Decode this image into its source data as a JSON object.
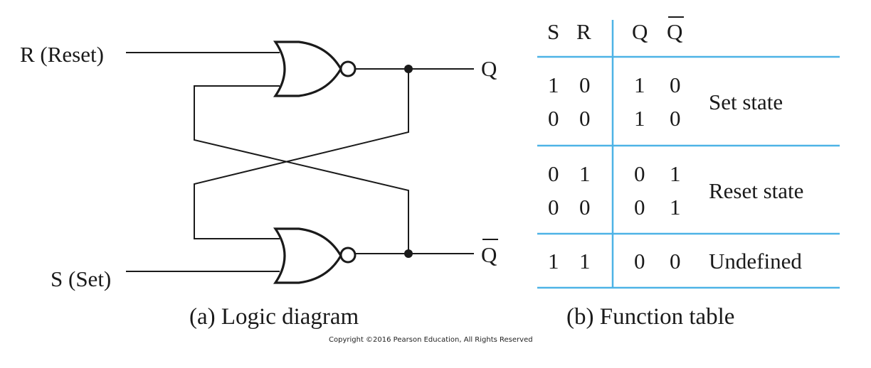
{
  "diagram": {
    "input_r": "R (Reset)",
    "input_s": "S (Set)",
    "output_q": "Q",
    "output_qbar": "Q",
    "caption": "(a) Logic diagram"
  },
  "table": {
    "headers": [
      "S",
      "R",
      "Q",
      "Q"
    ],
    "groups": [
      {
        "rows": [
          [
            "1",
            "0",
            "1",
            "0"
          ],
          [
            "0",
            "0",
            "1",
            "0"
          ]
        ],
        "label": "Set state"
      },
      {
        "rows": [
          [
            "0",
            "1",
            "0",
            "1"
          ],
          [
            "0",
            "0",
            "0",
            "1"
          ]
        ],
        "label": "Reset state"
      },
      {
        "rows": [
          [
            "1",
            "1",
            "0",
            "0"
          ]
        ],
        "label": "Undefined"
      }
    ],
    "caption": "(b) Function table",
    "line_color": "#4db3e6"
  },
  "copyright": "Copyright ©2016 Pearson Education, All Rights Reserved"
}
